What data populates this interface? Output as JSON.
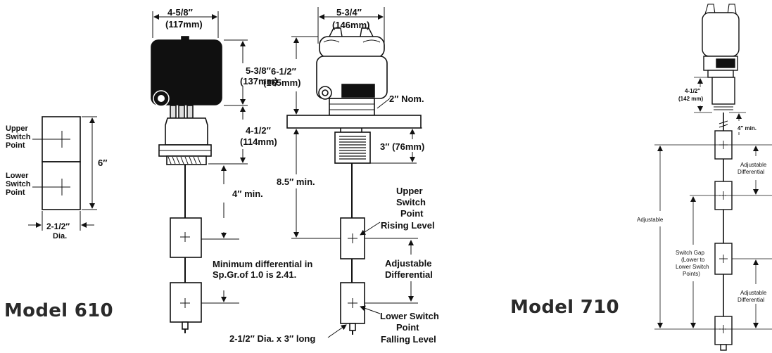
{
  "model_610": {
    "title": "Model 610",
    "float_diagram": {
      "upper_label": [
        "Upper",
        "Switch",
        "Point"
      ],
      "lower_label": [
        "Lower",
        "Switch",
        "Point"
      ],
      "height": "6″",
      "width": "2-1/2″",
      "width_note": "Dia."
    },
    "housing_width": [
      "4-5/8″",
      "(117mm)"
    ],
    "housing_height": [
      "5-3/8″",
      "(137mm)"
    ],
    "fitting_height": [
      "4-1/2″",
      "(114mm)"
    ],
    "min_spacing": "4″ min.",
    "differential_note": [
      "Minimum differential in",
      "Sp.Gr.of 1.0 is 2.41."
    ]
  },
  "flanged": {
    "housing_width": [
      "5-3/4″",
      "(146mm)"
    ],
    "housing_height": [
      "6-1/2″",
      "(165mm)"
    ],
    "nominal": "2″ Nom.",
    "bellows_height": "3″ (76mm)",
    "min_length": "8.5″ min.",
    "upper_point": [
      "Upper",
      "Switch",
      "Point",
      "Rising Level"
    ],
    "adjustable": [
      "Adjustable",
      "Differential"
    ],
    "lower_point": [
      "Lower Switch",
      "Point",
      "Falling Level"
    ],
    "float_size": "2-1/2″ Dia. x 3″ long"
  },
  "model_710": {
    "title": "Model 710",
    "fitting_height": [
      "4-1/2″",
      "(142 mm)"
    ],
    "min_spacing": "4″ min.",
    "adj_diff_top": [
      "Adjustable",
      "Differential"
    ],
    "adjustable": "Adjustable",
    "switch_gap": [
      "Switch Gap",
      "(Lower to",
      "Lower Switch",
      "Points)"
    ],
    "adj_diff_bottom": [
      "Adjustable",
      "Differential"
    ]
  }
}
